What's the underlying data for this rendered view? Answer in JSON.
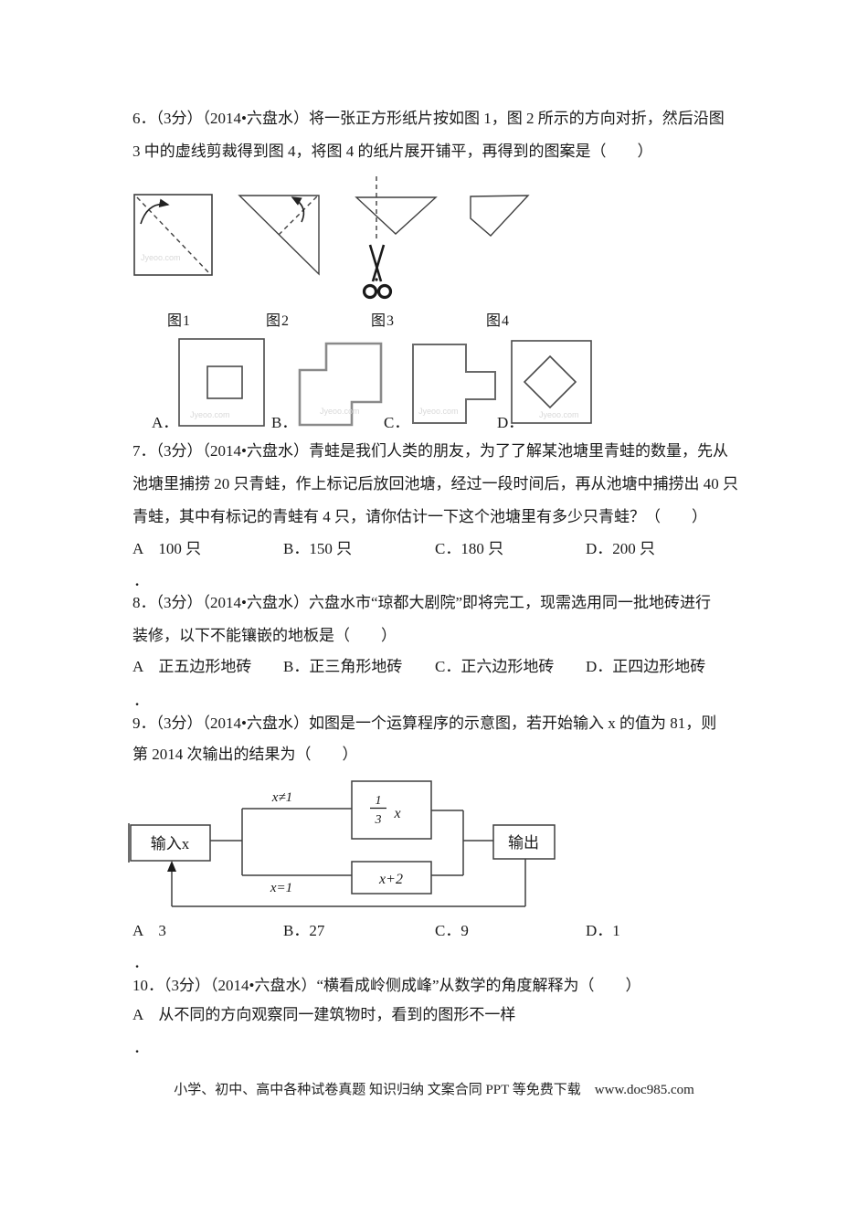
{
  "q6": {
    "lines": [
      "6．（3分）（2014•六盘水）将一张正方形纸片按如图 1，图 2 所示的方向对折，然后沿图",
      "3 中的虚线剪裁得到图 4，将图 4 的纸片展开铺平，再得到的图案是（　　）"
    ],
    "figure_labels": [
      "图1",
      "图2",
      "图3",
      "图4"
    ],
    "choice_letters": [
      "A．",
      "B．",
      "C．",
      "D．"
    ]
  },
  "q7": {
    "lines": [
      "7．（3分）（2014•六盘水）青蛙是我们人类的朋友，为了了解某池塘里青蛙的数量，先从",
      "池塘里捕捞 20 只青蛙，作上标记后放回池塘，经过一段时间后，再从池塘中捕捞出 40 只",
      "青蛙，其中有标记的青蛙有 4 只，请你估计一下这个池塘里有多少只青蛙？（　　）"
    ],
    "options": [
      "A　100 只",
      "B．150 只",
      "C．180 只",
      "D．200 只"
    ]
  },
  "q8": {
    "lines": [
      "8．（3分）（2014•六盘水）六盘水市“琼都大剧院”即将完工，现需选用同一批地砖进行",
      "装修，以下不能镶嵌的地板是（　　）"
    ],
    "options": [
      "A　正五边形地砖",
      "B．正三角形地砖",
      "C．正六边形地砖",
      "D．正四边形地砖"
    ]
  },
  "q9": {
    "lines": [
      "9．（3分）（2014•六盘水）如图是一个运算程序的示意图，若开始输入 x 的值为 81，则",
      "第 2014 次输出的结果为（　　）"
    ],
    "flowchart": {
      "input_label": "输入x",
      "output_label": "输出",
      "cond_top": "x≠1",
      "cond_bottom": "x=1",
      "box_top": {
        "numerator": "1",
        "denominator": "3",
        "variable": "x"
      },
      "box_bottom": "x+2"
    },
    "options": [
      "A　3",
      "B．27",
      "C．9",
      "D．1"
    ]
  },
  "q10": {
    "line": "10．（3分）（2014•六盘水）“横看成岭侧成峰”从数学的角度解释为（　　）",
    "option_a": "A　从不同的方向观察同一建筑物时，看到的图形不一样"
  },
  "separator_dot": "．",
  "watermark": "Jyeoo.com",
  "footer": "小学、初中、高中各种试卷真题 知识归纳 文案合同 PPT 等免费下载　www.doc985.com"
}
